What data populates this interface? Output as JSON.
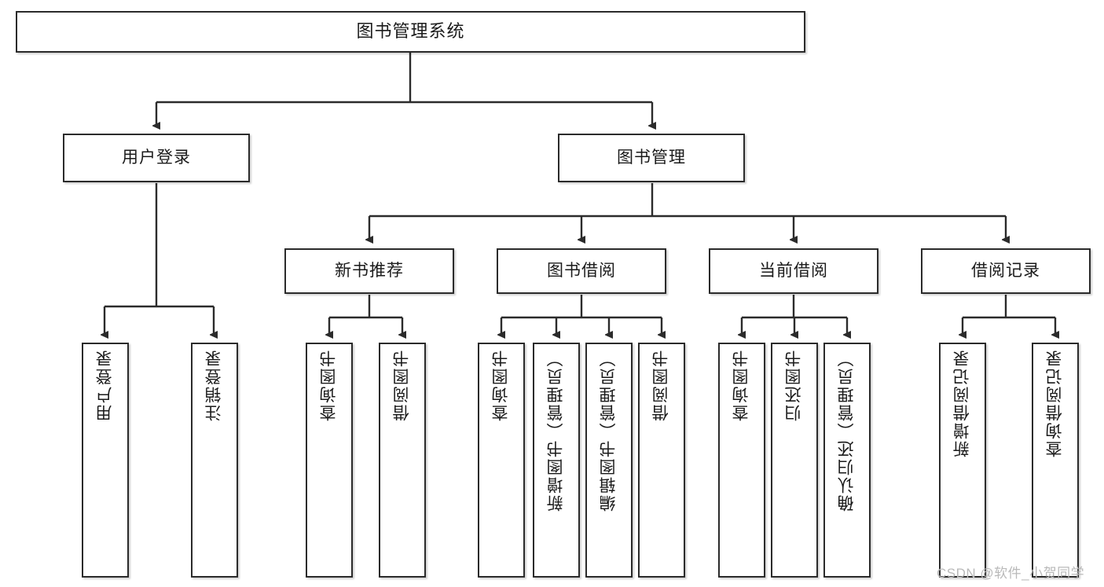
{
  "diagram": {
    "type": "tree-hierarchy-functional-decomposition",
    "title": "图书管理系统",
    "orientation": "top-down",
    "colors": {
      "box_border": "#2b2b2b",
      "box_fill": "#ffffff",
      "edge": "#2b2b2b",
      "watermark": "#b9b9b9",
      "background": "#ffffff"
    }
  },
  "root": {
    "label": "图书管理系统"
  },
  "level1": [
    {
      "label": "用户登录"
    },
    {
      "label": "图书管理"
    }
  ],
  "level2": [
    {
      "label": "新书推荐"
    },
    {
      "label": "图书借阅"
    },
    {
      "label": "当前借阅"
    },
    {
      "label": "借阅记录"
    }
  ],
  "leaves": {
    "user_login": [
      {
        "label": "用户登录"
      },
      {
        "label": "注销登录"
      }
    ],
    "new_book_recommend": [
      {
        "label": "查询图书"
      },
      {
        "label": "借阅图书"
      }
    ],
    "book_borrow": [
      {
        "label": "查询图书"
      },
      {
        "label": "新增图书（管理员）"
      },
      {
        "label": "编辑图书（管理员）"
      },
      {
        "label": "借阅图书"
      }
    ],
    "current_borrow": [
      {
        "label": "查询图书"
      },
      {
        "label": "归还图书"
      },
      {
        "label": "确认归还（管理员）"
      }
    ],
    "borrow_record": [
      {
        "label": "新增借阅记录"
      },
      {
        "label": "查询借阅记录"
      }
    ]
  },
  "watermark": {
    "text": "CSDN @软件_小贺同学"
  }
}
